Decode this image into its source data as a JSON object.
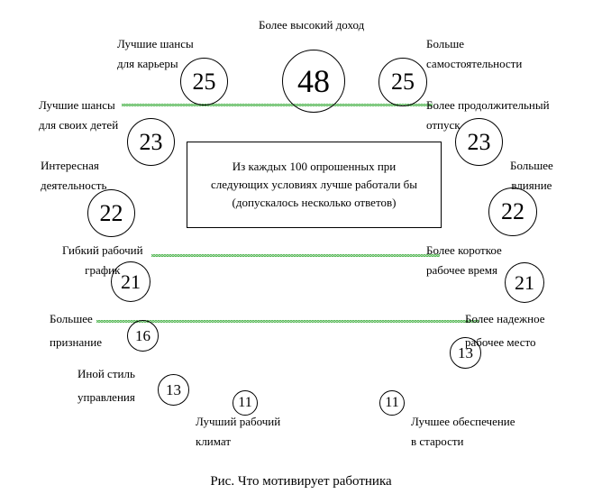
{
  "title": "Более высокий доход",
  "center_box": "Из каждых 100 опрошенных при\nследующих условиях лучше работали бы\n(допускалось несколько ответов)",
  "caption": "Рис. Что мотивирует работника",
  "items": [
    {
      "label": "Более высокий доход",
      "value": "48"
    },
    {
      "label": "Лучшие шансы\nдля карьеры",
      "value": "25"
    },
    {
      "label": "Больше\nсамостоятельности",
      "value": "25"
    },
    {
      "label": "Лучшие шансы\nдля своих детей",
      "value": "23"
    },
    {
      "label": "Более продолжительный\nотпуск",
      "value": "23"
    },
    {
      "label": "Интересная\nдеятельность",
      "value": "22"
    },
    {
      "label": "Большее\nвлияние",
      "value": "22"
    },
    {
      "label": "Гибкий рабочий\nграфик",
      "value": "21"
    },
    {
      "label": "Более короткое\nрабочее время",
      "value": "21"
    },
    {
      "label": "Большее\nпризнание",
      "value": "16"
    },
    {
      "label": "Более надежное\nрабочее место",
      "value": "13"
    },
    {
      "label": "Иной стиль\nуправления",
      "value": "13"
    },
    {
      "label": "Лучший рабочий\nклимат",
      "value": "11"
    },
    {
      "label": "Лучшее обеспечение\nв старости",
      "value": "11"
    }
  ]
}
